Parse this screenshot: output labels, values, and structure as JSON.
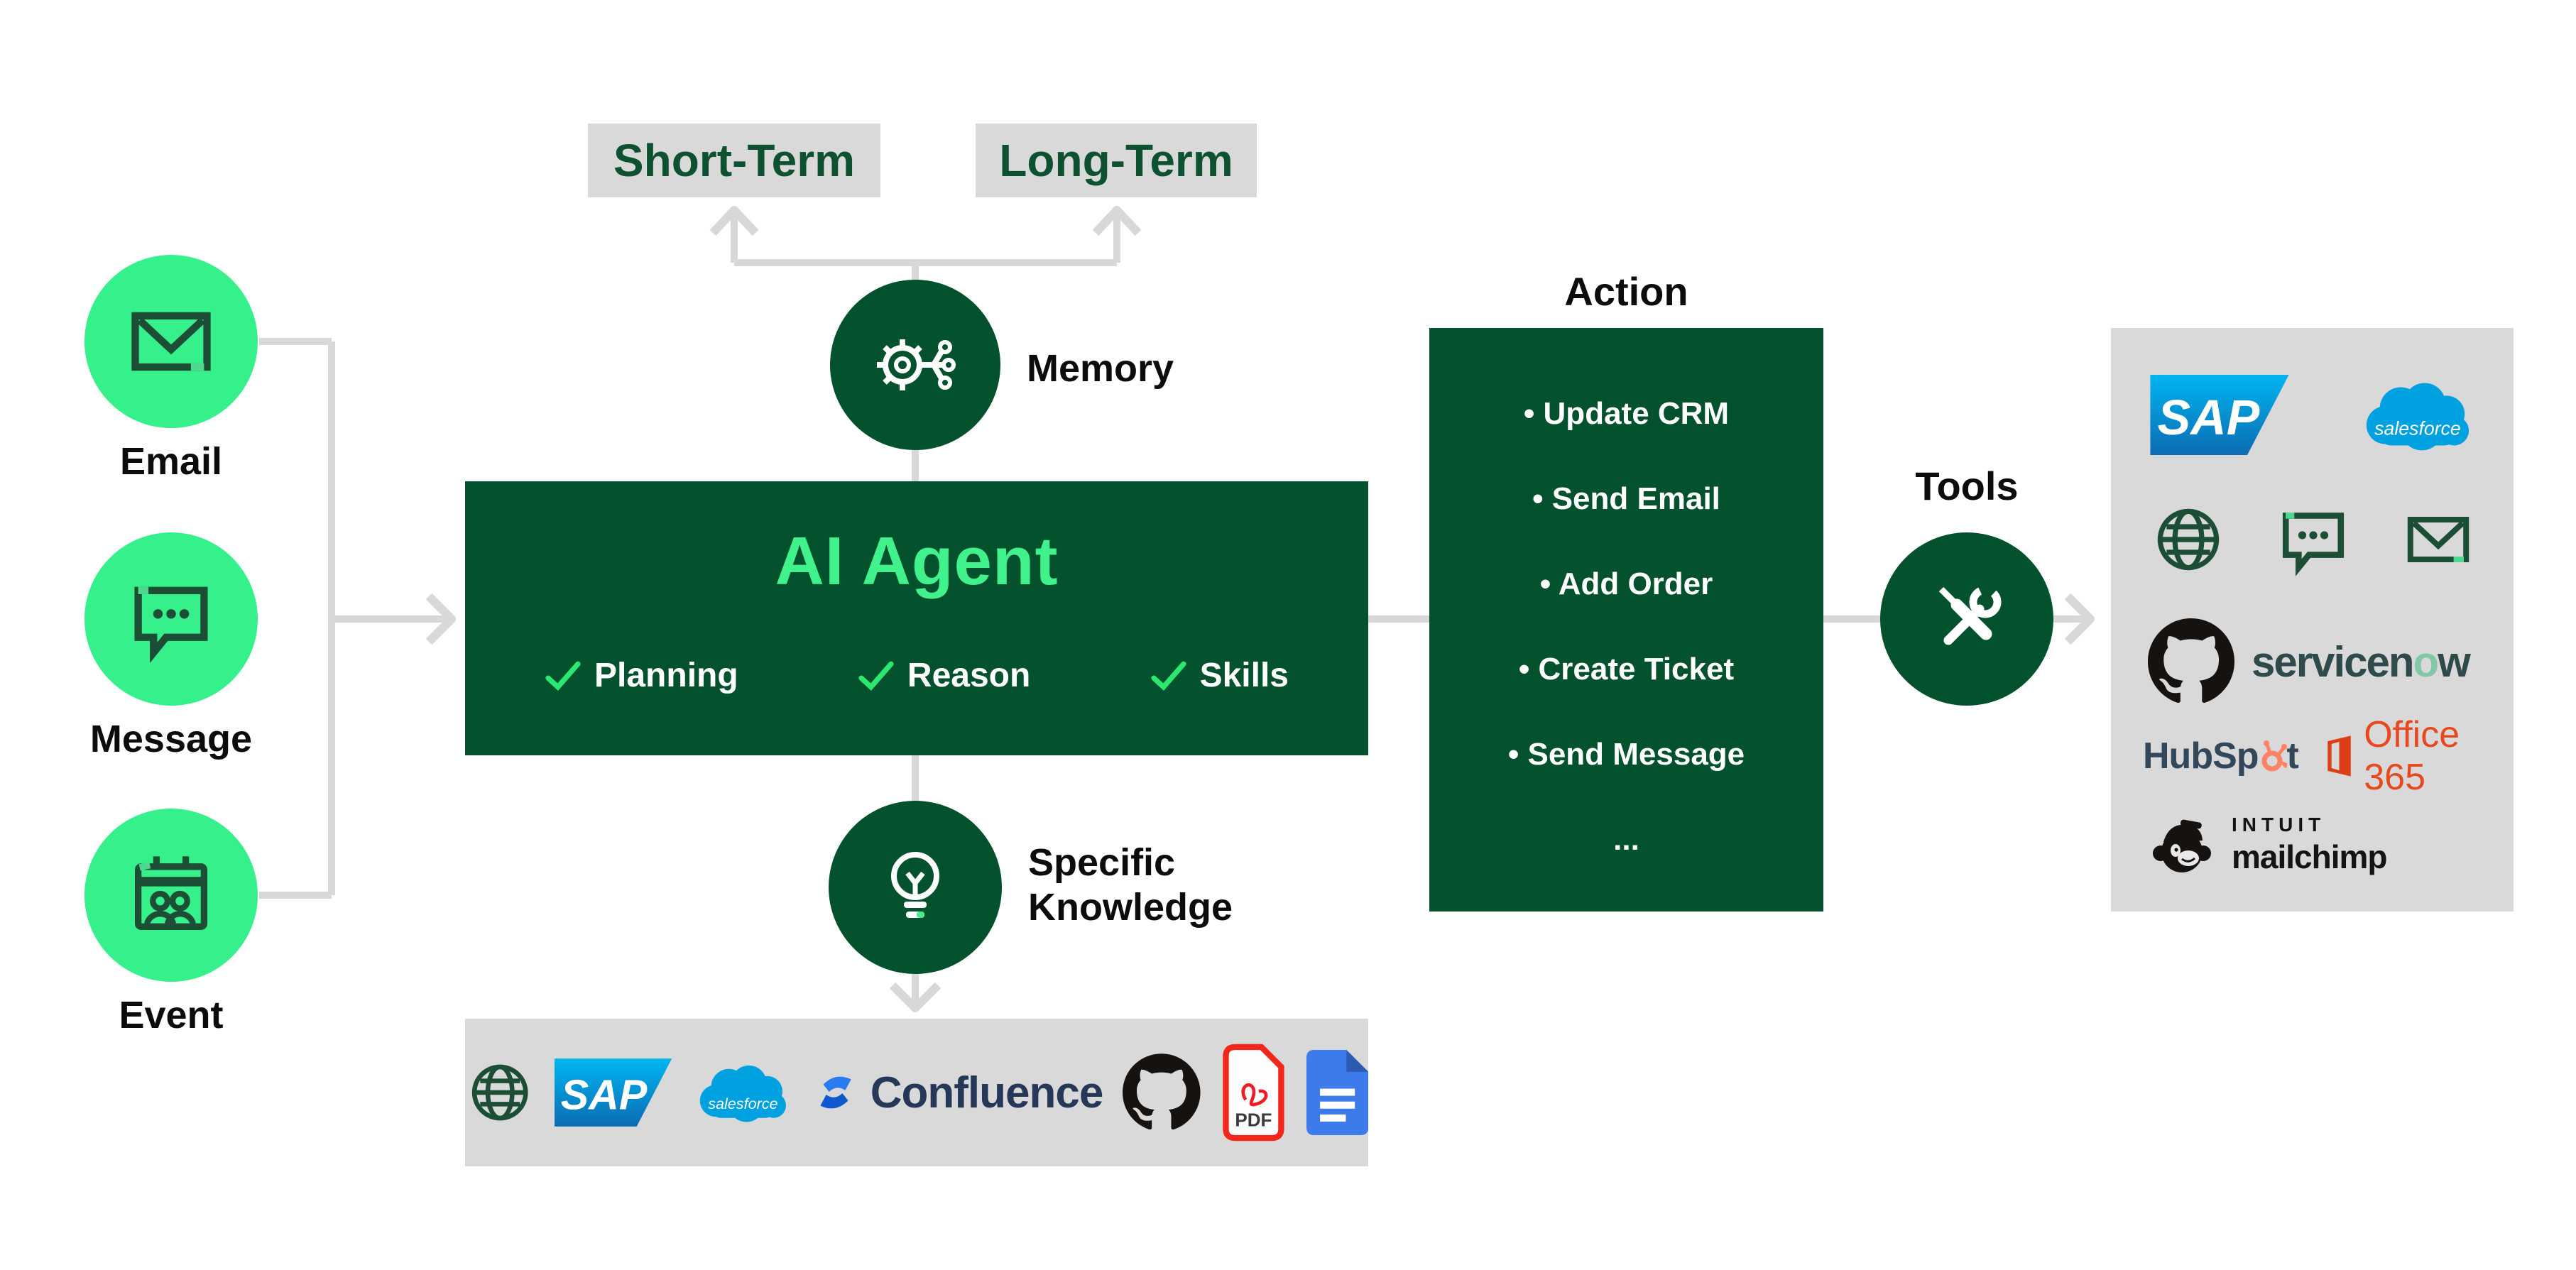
{
  "palette": {
    "dark_green": "#04512e",
    "bright_green": "#35f08b",
    "check_green": "#2be871",
    "panel_gray": "#d9d9d9",
    "sap_blue": "#0c6cb3",
    "salesforce_blue": "#00a1e0",
    "office_orange": "#e8481f",
    "hubspot_orange": "#ff8266",
    "confluence_navy": "#253858"
  },
  "inputs": {
    "labels": [
      "Email",
      "Message",
      "Event"
    ]
  },
  "memory": {
    "label": "Memory",
    "short_term": "Short-Term",
    "long_term": "Long-Term"
  },
  "agent": {
    "title": "AI Agent",
    "capabilities": [
      "Planning",
      "Reason",
      "Skills"
    ]
  },
  "knowledge": {
    "line1": "Specific",
    "line2": "Knowledge"
  },
  "action": {
    "title": "Action",
    "items": [
      "• Update CRM",
      "• Send Email",
      "• Add Order",
      "• Create Ticket",
      "• Send Message",
      "..."
    ]
  },
  "tools": {
    "label": "Tools"
  },
  "logos": {
    "sap": "SAP",
    "salesforce": "salesforce",
    "servicenow_pre": "servicen",
    "servicenow_o": "o",
    "servicenow_post": "w",
    "hubspot_pre": "HubSp",
    "hubspot_post": "t",
    "office": "Office 365",
    "intuit": "INTUIT",
    "mailchimp": "mailchimp",
    "confluence": "Confluence",
    "pdf": "PDF"
  }
}
